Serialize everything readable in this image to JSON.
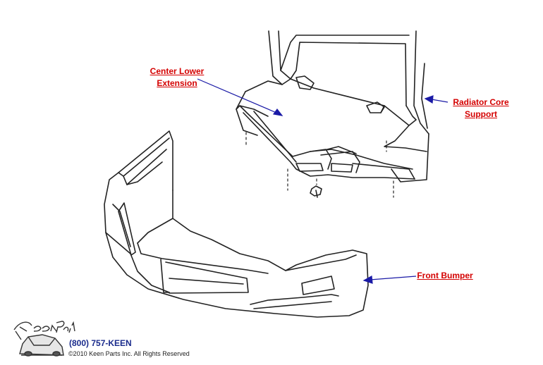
{
  "callouts": {
    "center_lower_extension": [
      "Center Lower",
      "Extension"
    ],
    "radiator_core_support": [
      "Radiator Core",
      "Support"
    ],
    "front_bumper": "Front Bumper"
  },
  "footer": {
    "phone": "(800) 757-KEEN",
    "copyright": "©2010 Keen Parts Inc. All Rights Reserved",
    "logo_text": "Keen Parts"
  },
  "colors": {
    "callout_text": "#d40000",
    "leader_line": "#1a1aa6",
    "drawing_line": "#222222",
    "phone_text": "#1a2b8c"
  },
  "icons": [
    "keen-parts-logo-icon",
    "arrowhead-icon"
  ]
}
